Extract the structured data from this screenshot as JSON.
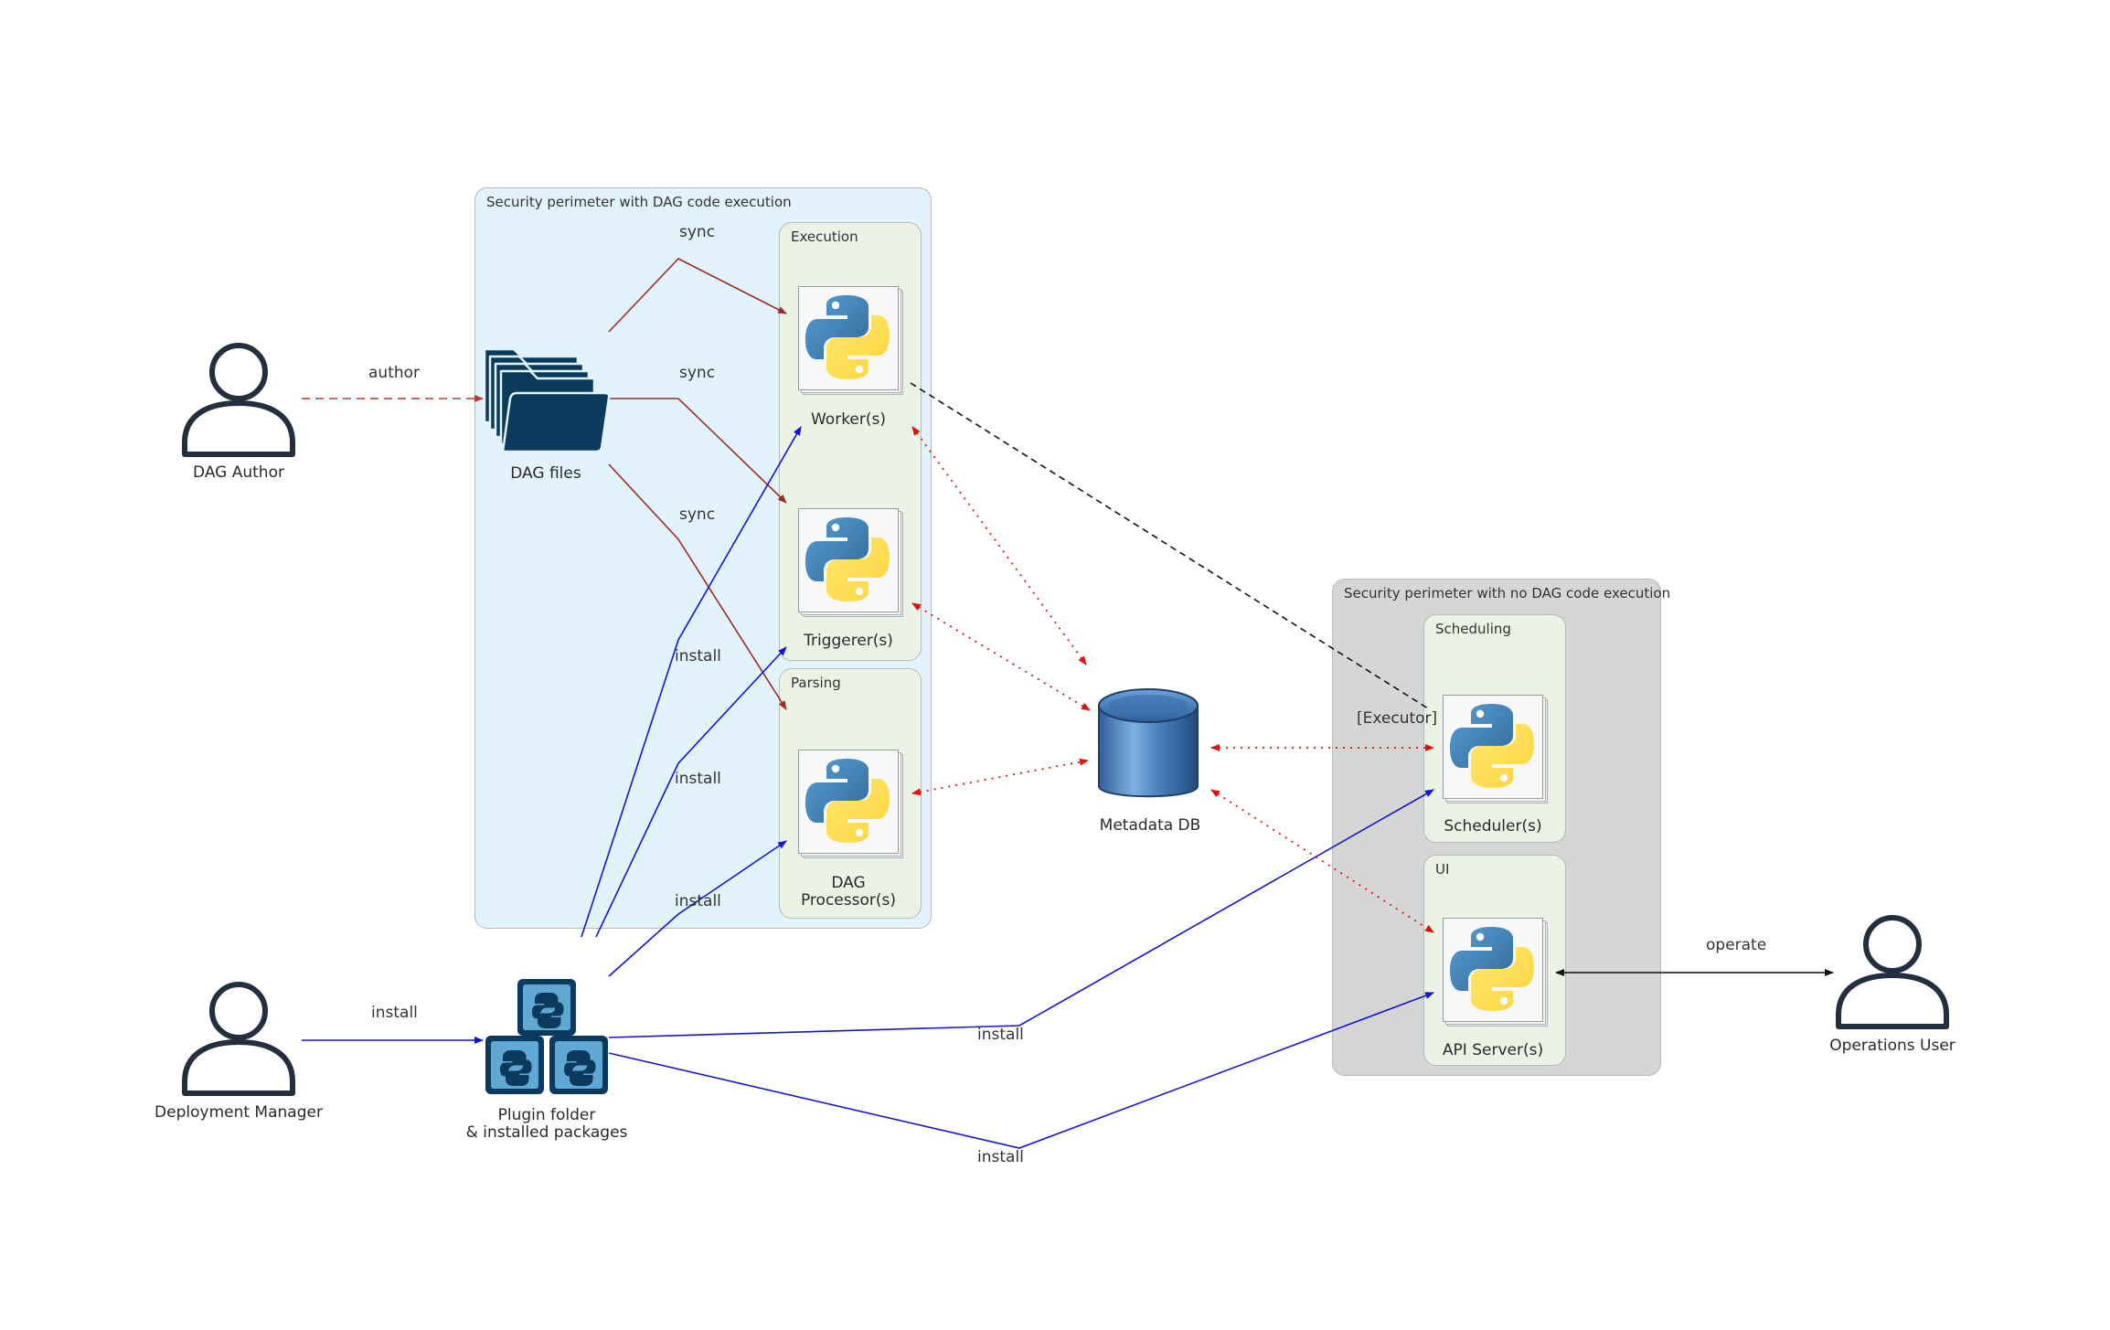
{
  "clusters": {
    "dag_perimeter": "Security perimeter with DAG code execution",
    "no_dag_perimeter": "Security perimeter with no DAG code execution",
    "execution": "Execution",
    "parsing": "Parsing",
    "scheduling": "Scheduling",
    "ui": "UI"
  },
  "nodes": {
    "dag_author": "DAG Author",
    "deployment_manager": "Deployment Manager",
    "operations_user": "Operations User",
    "dag_files": "DAG files",
    "plugin_folder": "Plugin folder\n& installed packages",
    "workers": "Worker(s)",
    "triggerers": "Triggerer(s)",
    "dag_processors": "DAG\nProcessor(s)",
    "metadata_db": "Metadata DB",
    "schedulers": "Scheduler(s)",
    "api_servers": "API Server(s)"
  },
  "edge_labels": {
    "author": "author",
    "sync_worker": "sync",
    "sync_triggerer": "sync",
    "sync_processor": "sync",
    "install_manager": "install",
    "install_worker": "install",
    "install_triggerer": "install",
    "install_processor": "install",
    "install_scheduler": "install",
    "install_api": "install",
    "executor": "[Executor]",
    "operate": "operate"
  },
  "colors": {
    "dag_perimeter_fill": "#e3f3fb",
    "no_dag_perimeter_fill": "#d6d6d6",
    "inner_cluster_fill": "#ebf2e6",
    "sync_edge": "#9e2a2a",
    "author_edge": "#c83232",
    "install_edge": "#1414d6",
    "db_edge": "#e01010",
    "executor_edge": "#111111",
    "operate_edge": "#111111",
    "user_icon": "#232f3e",
    "folder_icon": "#0b3a5c"
  },
  "icons": {
    "user": "person-outline-icon",
    "folder": "folder-stack-icon",
    "plugin": "python-package-cubes-icon",
    "python": "python-logo-icon",
    "database": "database-cylinder-icon"
  }
}
